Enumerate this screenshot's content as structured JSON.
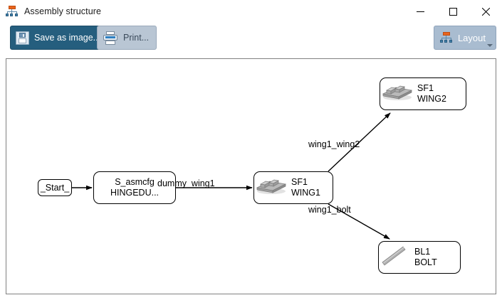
{
  "window": {
    "title": "Assembly structure",
    "icon": "hierarchy-icon",
    "controls": {
      "minimize": "—",
      "maximize": "☐",
      "close": "✕"
    }
  },
  "toolbar": {
    "save_label": "Save as image...",
    "save_icon": "floppy-disk-icon",
    "print_label": "Print...",
    "print_icon": "printer-icon",
    "layout_label": "Layout",
    "layout_icon": "hierarchy-icon",
    "layout_has_dropdown": true,
    "colors": {
      "primary_button_bg": "#255e7e",
      "secondary_button_bg": "#b9c6d4",
      "layout_button_bg": "#a9bcd0",
      "icon_accent": "#e8641c",
      "icon_node": "#3f7fa8"
    }
  },
  "diagram": {
    "nodes": [
      {
        "id": "start",
        "label": "_Start_",
        "shape": "rounded-rect",
        "icon": null
      },
      {
        "id": "asmcfg",
        "label": "S_asmcfg\nHINGEDU...",
        "shape": "rect",
        "icon": null
      },
      {
        "id": "wing1",
        "label": "SF1\nWING1",
        "shape": "rounded-rect",
        "icon": "wing-part-icon"
      },
      {
        "id": "wing2",
        "label": "SF1\nWING2",
        "shape": "rounded-rect",
        "icon": "wing-part-icon"
      },
      {
        "id": "bolt",
        "label": "BL1\nBOLT",
        "shape": "rounded-rect",
        "icon": "bolt-part-icon"
      }
    ],
    "edges": [
      {
        "from": "start",
        "to": "asmcfg",
        "label": ""
      },
      {
        "from": "asmcfg",
        "to": "wing1",
        "label": "dummy_wing1"
      },
      {
        "from": "wing1",
        "to": "wing2",
        "label": "wing1_wing2"
      },
      {
        "from": "wing1",
        "to": "bolt",
        "label": "wing1_bolt"
      }
    ]
  }
}
